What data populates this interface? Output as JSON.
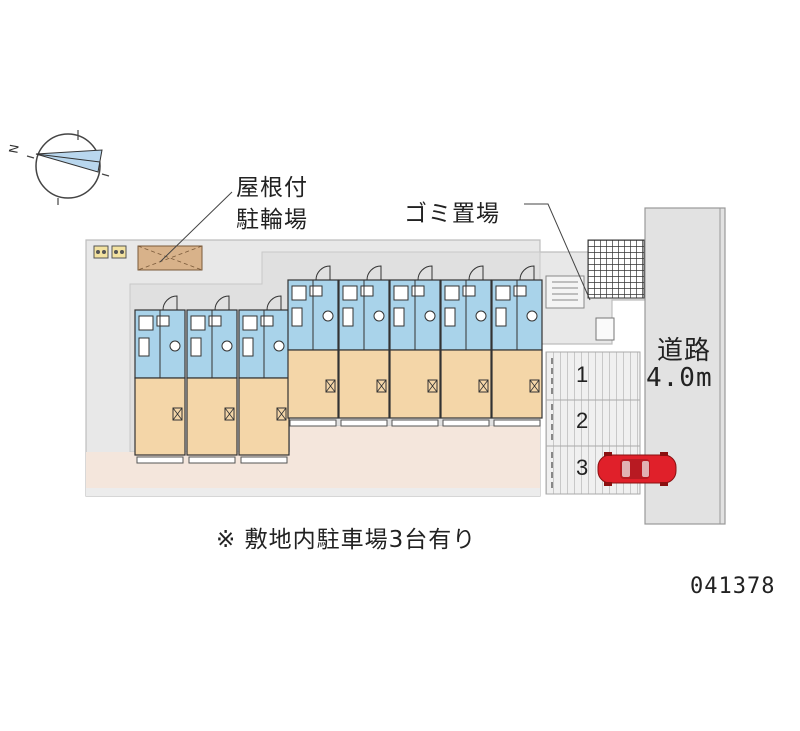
{
  "labels": {
    "bike_parking_line1": "屋根付",
    "bike_parking_line2": "駐輪場",
    "garbage": "ゴミ置場",
    "road_line1": "道路",
    "road_line2": "4.0m",
    "parking_note": "※ 敷地内駐車場3台有り",
    "property_code": "041378",
    "compass_letter": "N"
  },
  "parking_slots": [
    "1",
    "2",
    "3"
  ],
  "buildings": {
    "upper_row_units": 8,
    "lower_row_units": 5
  },
  "colors": {
    "site": "#e8e8e8",
    "walkway": "#f4e6dc",
    "unit_floor": "#f4d6a8",
    "wet_area": "#a9d3ea",
    "parking_pad": "#eeeeee",
    "car": "#e0202a"
  }
}
